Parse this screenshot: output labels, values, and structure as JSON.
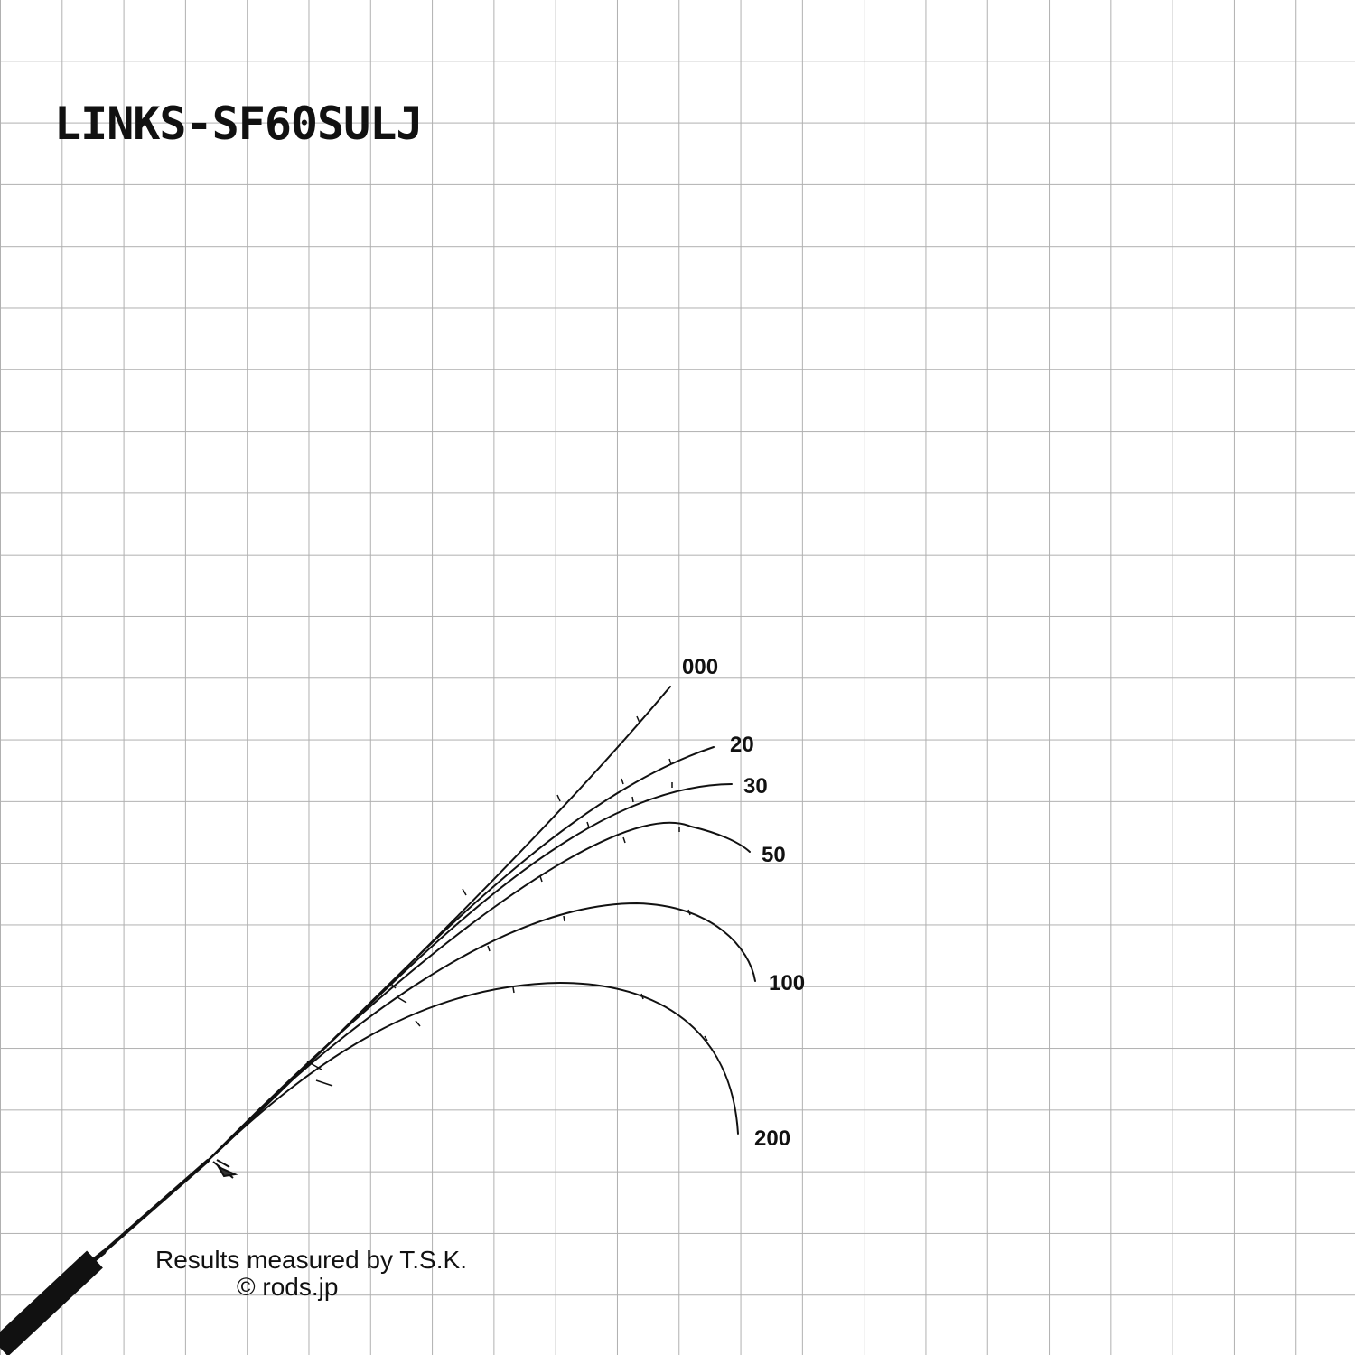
{
  "title": "LINKS-SF60SULJ",
  "loads": [
    {
      "label": "000"
    },
    {
      "label": "20"
    },
    {
      "label": "30"
    },
    {
      "label": "50"
    },
    {
      "label": "100"
    },
    {
      "label": "200"
    }
  ],
  "credits": {
    "measured_by": "Results measured by T.S.K.",
    "copyright": "© rods.jp"
  },
  "colors": {
    "grid": "#b0b0b0",
    "rod": "#111111",
    "background": "#ffffff"
  }
}
